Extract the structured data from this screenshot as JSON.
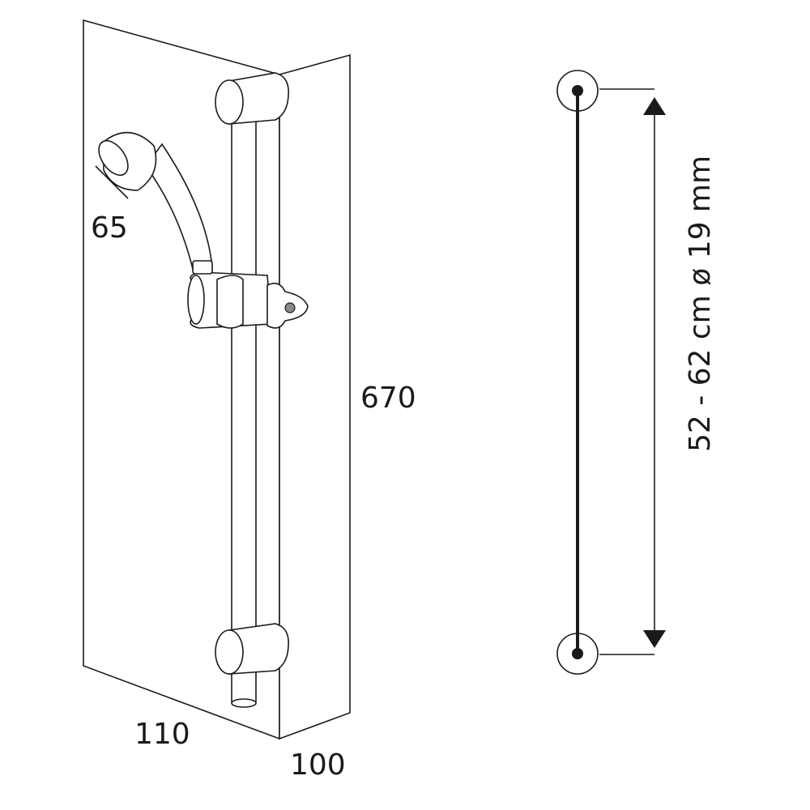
{
  "dimensions": {
    "head_diameter": "65",
    "height": "670",
    "width": "110",
    "depth": "100",
    "rail_spec": "52 - 62 cm ø 19 mm"
  },
  "colors": {
    "line": "#1a1a1a",
    "background": "#ffffff"
  }
}
